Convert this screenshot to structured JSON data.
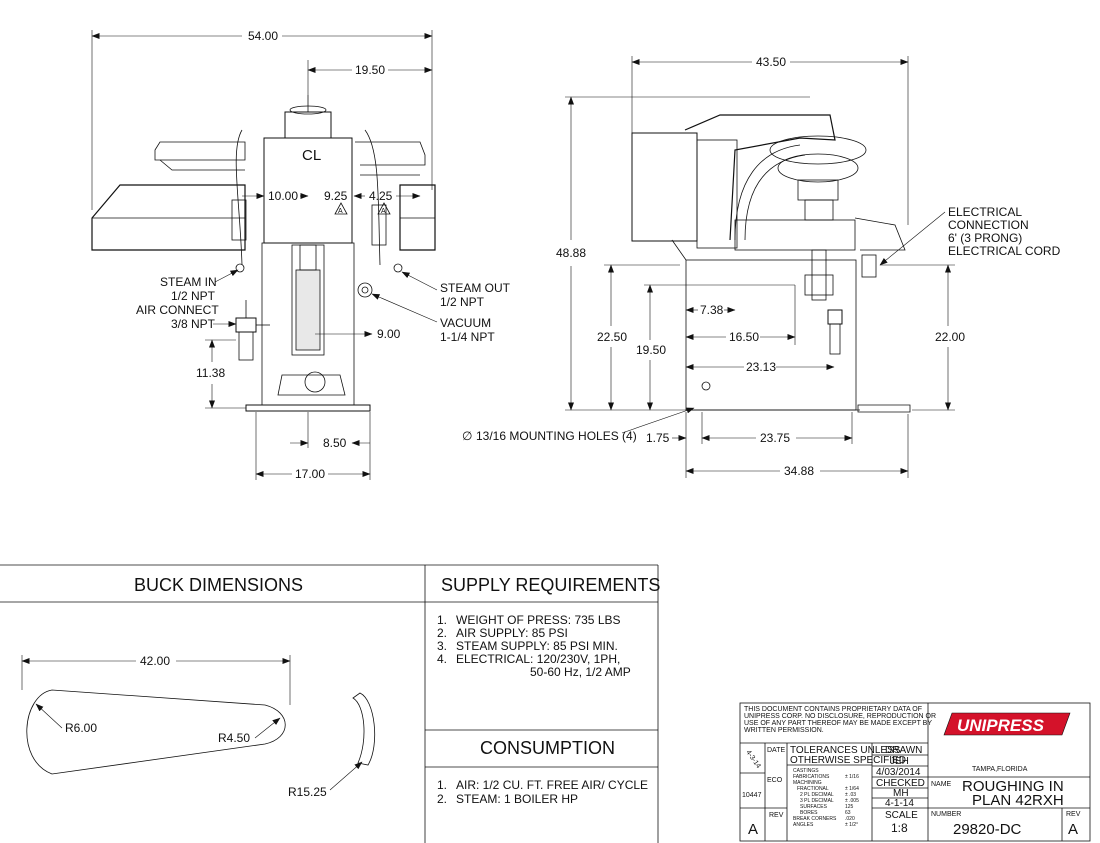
{
  "front_view": {
    "dims": {
      "overall_width": "54.00",
      "offset_right": "19.50",
      "d_left": "10.00",
      "d_mid": "9.25",
      "d_right": "4.25",
      "vacuum_offset": "9.00",
      "air_height": "11.38",
      "base_inner": "8.50",
      "base_outer": "17.00"
    },
    "centerline": "CL",
    "warning_symbol": "A",
    "labels": {
      "steam_in": "STEAM IN",
      "steam_in_size": "1/2 NPT",
      "air_connect": "AIR CONNECT",
      "air_connect_size": "3/8 NPT",
      "steam_out": "STEAM OUT",
      "steam_out_size": "1/2 NPT",
      "vacuum": "VACUUM",
      "vacuum_size": "1-1/4 NPT"
    }
  },
  "side_view": {
    "dims": {
      "overall_width": "43.50",
      "overall_height": "48.88",
      "h_2250": "22.50",
      "h_1950": "19.50",
      "h_2200": "22.00",
      "w_738": "7.38",
      "w_1650": "16.50",
      "w_2313": "23.13",
      "w_175": "1.75",
      "w_2375": "23.75",
      "w_3488": "34.88"
    },
    "labels": {
      "electrical_1": "ELECTRICAL",
      "electrical_2": "CONNECTION",
      "electrical_3": "6' (3 PRONG)",
      "electrical_4": "ELECTRICAL CORD",
      "mounting_holes": "13/16 MOUNTING HOLES (4)",
      "diameter_symbol": "∅"
    }
  },
  "buck": {
    "title": "BUCK DIMENSIONS",
    "length": "42.00",
    "r1": "R6.00",
    "r2": "R4.50",
    "r3": "R15.25"
  },
  "supply": {
    "title": "SUPPLY REQUIREMENTS",
    "items": [
      {
        "num": "1.",
        "text": "WEIGHT OF PRESS: 735 LBS"
      },
      {
        "num": "2.",
        "text": "AIR SUPPLY: 85 PSI"
      },
      {
        "num": "3.",
        "text": "STEAM SUPPLY: 85 PSI MIN."
      },
      {
        "num": "4.",
        "text": "ELECTRICAL: 120/230V, 1PH,"
      }
    ],
    "item4_cont": "50-60 Hz, 1/2 AMP"
  },
  "consumption": {
    "title": "CONSUMPTION",
    "items": [
      {
        "num": "1.",
        "text": "AIR: 1/2 CU. FT. FREE AIR/ CYCLE"
      },
      {
        "num": "2.",
        "text": "STEAM: 1 BOILER HP"
      }
    ]
  },
  "title_block": {
    "notice": [
      "THIS DOCUMENT CONTAINS PROPRIETARY DATA OF",
      "UNIPRESS CORP. NO DISCLOSURE, REPRODUCTION OR",
      "USE OF ANY PART THEREOF MAY BE MADE EXCEPT BY",
      "WRITTEN PERMISSION."
    ],
    "brand": "UNIPRESS",
    "location": "TAMPA,FLORIDA",
    "date_label": "DATE",
    "date_value": "4-3-14",
    "eco_label": "ECO",
    "eco_value": "10447",
    "rev_label": "REV",
    "rev_value": "A",
    "tolerances_1": "TOLERANCES UNLESS",
    "tolerances_2": "OTHERWISE SPECIFIED",
    "tol_rows": [
      {
        "k": "CASTINGS",
        "v": ""
      },
      {
        "k": "FABRICATIONS",
        "v": "± 1/16"
      },
      {
        "k": "MACHINING",
        "v": ""
      },
      {
        "k": "FRACTIONAL",
        "v": "± 1/64"
      },
      {
        "k": "2 PL DECIMAL",
        "v": "± .03"
      },
      {
        "k": "3 PL DECIMAL",
        "v": "± .005"
      },
      {
        "k": "SURFACES",
        "v": "125"
      },
      {
        "k": "BORES",
        "v": "63"
      },
      {
        "k": "BREAK CORNERS",
        "v": ".020"
      },
      {
        "k": "ANGLES",
        "v": "± 1/2°"
      }
    ],
    "drawn_label": "DRAWN",
    "drawn_by": "JEH",
    "drawn_date": "4/03/2014",
    "checked_label": "CHECKED",
    "checked_by": "MH",
    "checked_date": "4-1-14",
    "name_label": "NAME",
    "name_1": "ROUGHING IN",
    "name_2": "PLAN 42RXH",
    "scale_label": "SCALE",
    "scale_value": "1:8",
    "number_label": "NUMBER",
    "number_value": "29820-DC",
    "rev2_label": "REV",
    "rev2_value": "A"
  },
  "colors": {
    "line": "#111111",
    "brand_red": "#d4122a"
  }
}
